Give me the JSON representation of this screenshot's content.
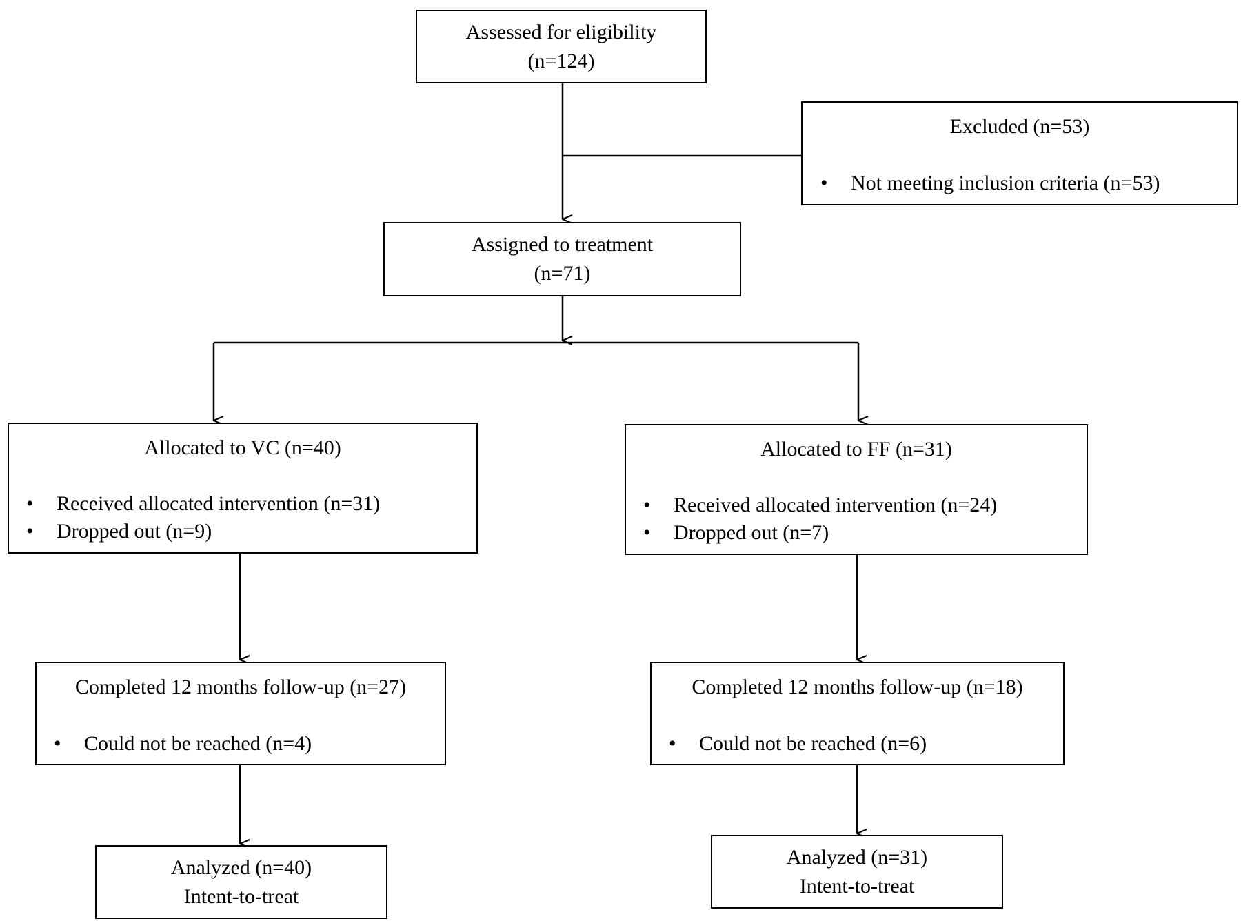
{
  "assessed": {
    "title": "Assessed for eligibility",
    "n": "(n=124)"
  },
  "excluded": {
    "title": "Excluded  (n=53)",
    "bullets": [
      "Not meeting inclusion criteria (n=53)"
    ]
  },
  "assigned": {
    "title": "Assigned to treatment",
    "n": "(n=71)"
  },
  "vc": {
    "title": "Allocated to VC (n=40)",
    "bullets": [
      "Received allocated intervention (n=31)",
      "Dropped out (n=9)"
    ]
  },
  "ff": {
    "title": "Allocated to FF (n=31)",
    "bullets": [
      "Received allocated intervention (n=24)",
      "Dropped out (n=7)"
    ]
  },
  "vc_followup": {
    "title": "Completed 12 months follow-up (n=27)",
    "bullets": [
      "Could not be reached (n=4)"
    ]
  },
  "ff_followup": {
    "title": "Completed 12 months follow-up (n=18)",
    "bullets": [
      "Could not be reached (n=6)"
    ]
  },
  "vc_analyzed": {
    "title": "Analyzed (n=40)",
    "sub": "Intent-to-treat"
  },
  "ff_analyzed": {
    "title": "Analyzed (n=31)",
    "sub": "Intent-to-treat"
  },
  "bullet_symbol": "•"
}
